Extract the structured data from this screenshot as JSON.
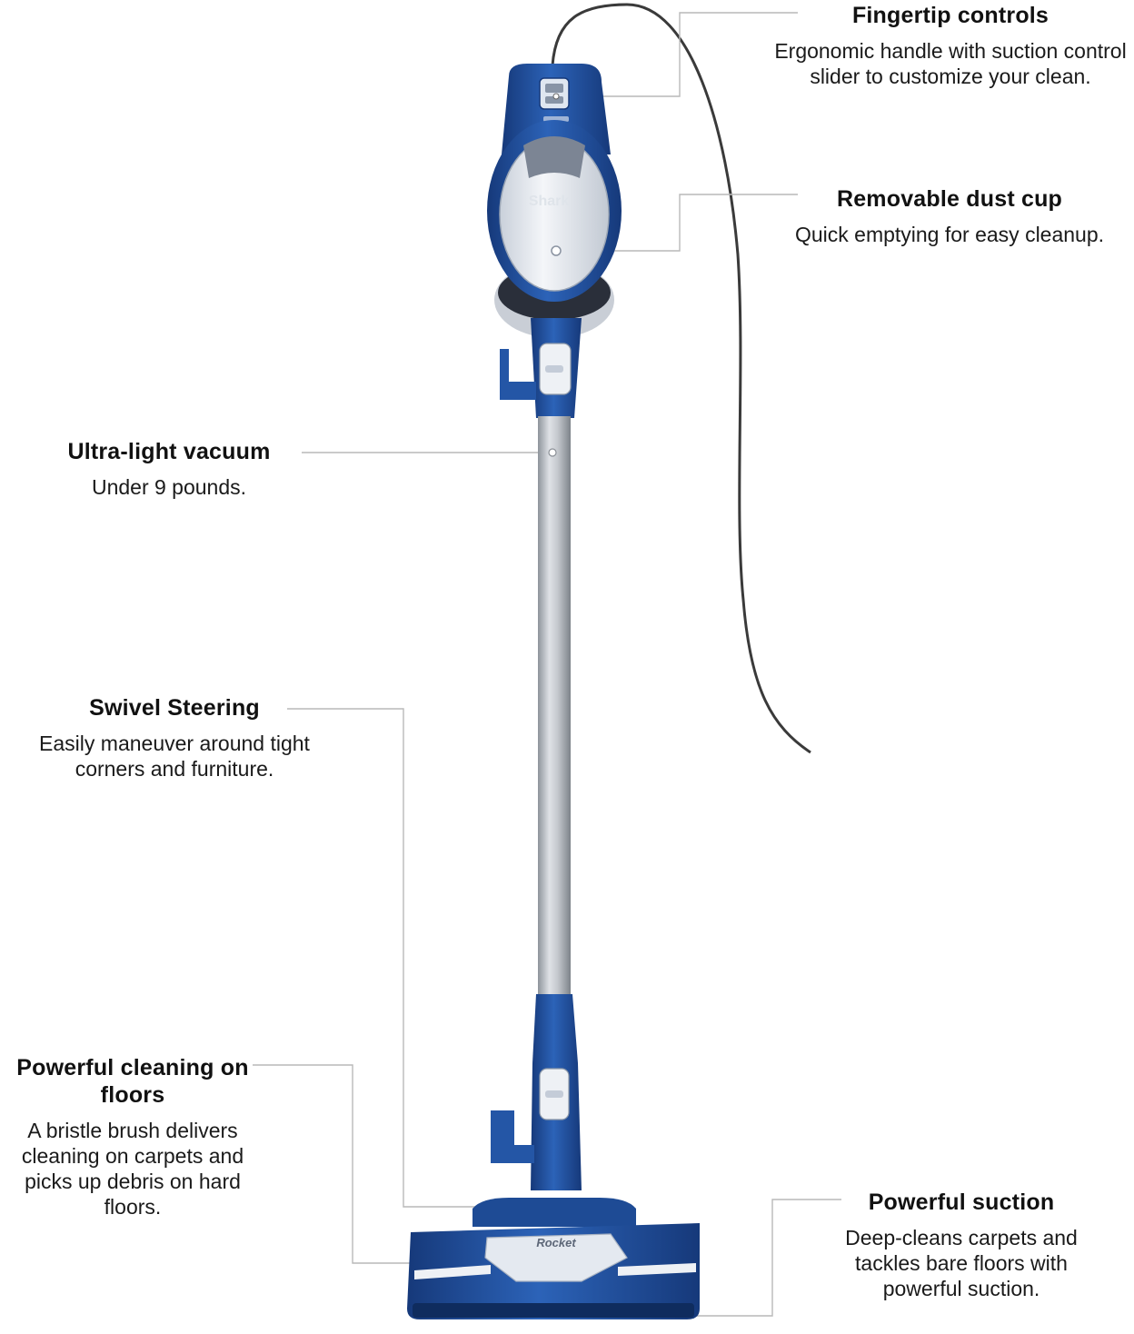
{
  "colors": {
    "body_blue": "#2456a6",
    "body_blue_dark": "#16397a",
    "shell_white": "#eef1f5",
    "wand_silver": "#b8bcc2",
    "cord": "#3a3a3a",
    "leader_line": "#b9b9b9"
  },
  "callouts": {
    "fingertip": {
      "title": "Fingertip controls",
      "desc": "Ergonomic handle with suction control slider to customize your clean."
    },
    "dust_cup": {
      "title": "Removable dust cup",
      "desc": "Quick emptying for easy cleanup."
    },
    "ultra_light": {
      "title": "Ultra-light vacuum",
      "desc": "Under 9 pounds."
    },
    "swivel": {
      "title": "Swivel Steering",
      "desc": "Easily maneuver around tight corners and furniture."
    },
    "floors": {
      "title": "Powerful cleaning on floors",
      "desc": "A bristle brush delivers cleaning on carpets and picks up debris on hard floors."
    },
    "suction": {
      "title": "Powerful suction",
      "desc": "Deep-cleans carpets and tackles bare floors with powerful suction."
    }
  },
  "product": {
    "brand_mark": "Shark",
    "floor_nozzle_mark": "Rocket"
  }
}
